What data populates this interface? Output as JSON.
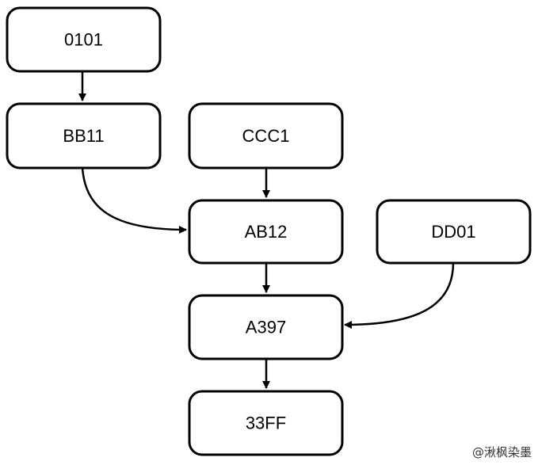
{
  "nodes": [
    {
      "id": "n0101",
      "label": "0101"
    },
    {
      "id": "nBB11",
      "label": "BB11"
    },
    {
      "id": "nCCC1",
      "label": "CCC1"
    },
    {
      "id": "nAB12",
      "label": "AB12"
    },
    {
      "id": "nDD01",
      "label": "DD01"
    },
    {
      "id": "nA397",
      "label": "A397"
    },
    {
      "id": "n33FF",
      "label": "33FF"
    }
  ],
  "edges": [
    {
      "from": "0101",
      "to": "BB11"
    },
    {
      "from": "BB11",
      "to": "AB12"
    },
    {
      "from": "CCC1",
      "to": "AB12"
    },
    {
      "from": "AB12",
      "to": "A397"
    },
    {
      "from": "DD01",
      "to": "A397"
    },
    {
      "from": "A397",
      "to": "33FF"
    }
  ],
  "watermark": "@湫枫染墨"
}
